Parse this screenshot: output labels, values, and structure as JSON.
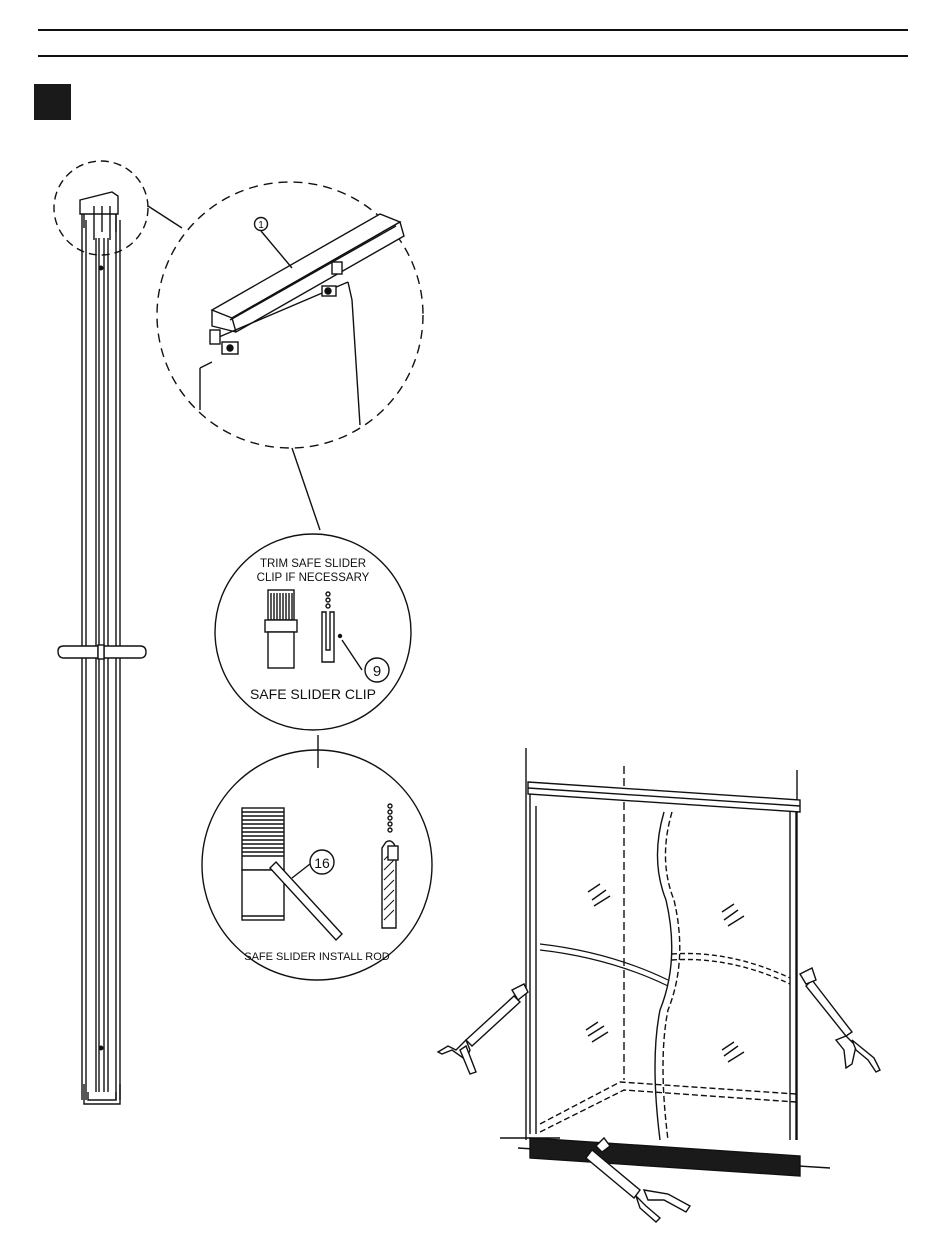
{
  "header": {
    "step_marker": ""
  },
  "detail_top": {
    "part_number": "1"
  },
  "detail_clip": {
    "note": "TRIM SAFE SLIDER CLIP IF NECESSARY",
    "note_line1": "TRIM SAFE SLIDER",
    "note_line2": "CLIP IF NECESSARY",
    "part_number": "9",
    "caption": "SAFE SLIDER CLIP"
  },
  "detail_rod": {
    "part_number": "16",
    "caption": "SAFE SLIDER INSTALL ROD"
  },
  "colors": {
    "ink": "#111111",
    "sill": "#1a1a1a"
  },
  "icons": [
    "caulk-gun-icon"
  ]
}
